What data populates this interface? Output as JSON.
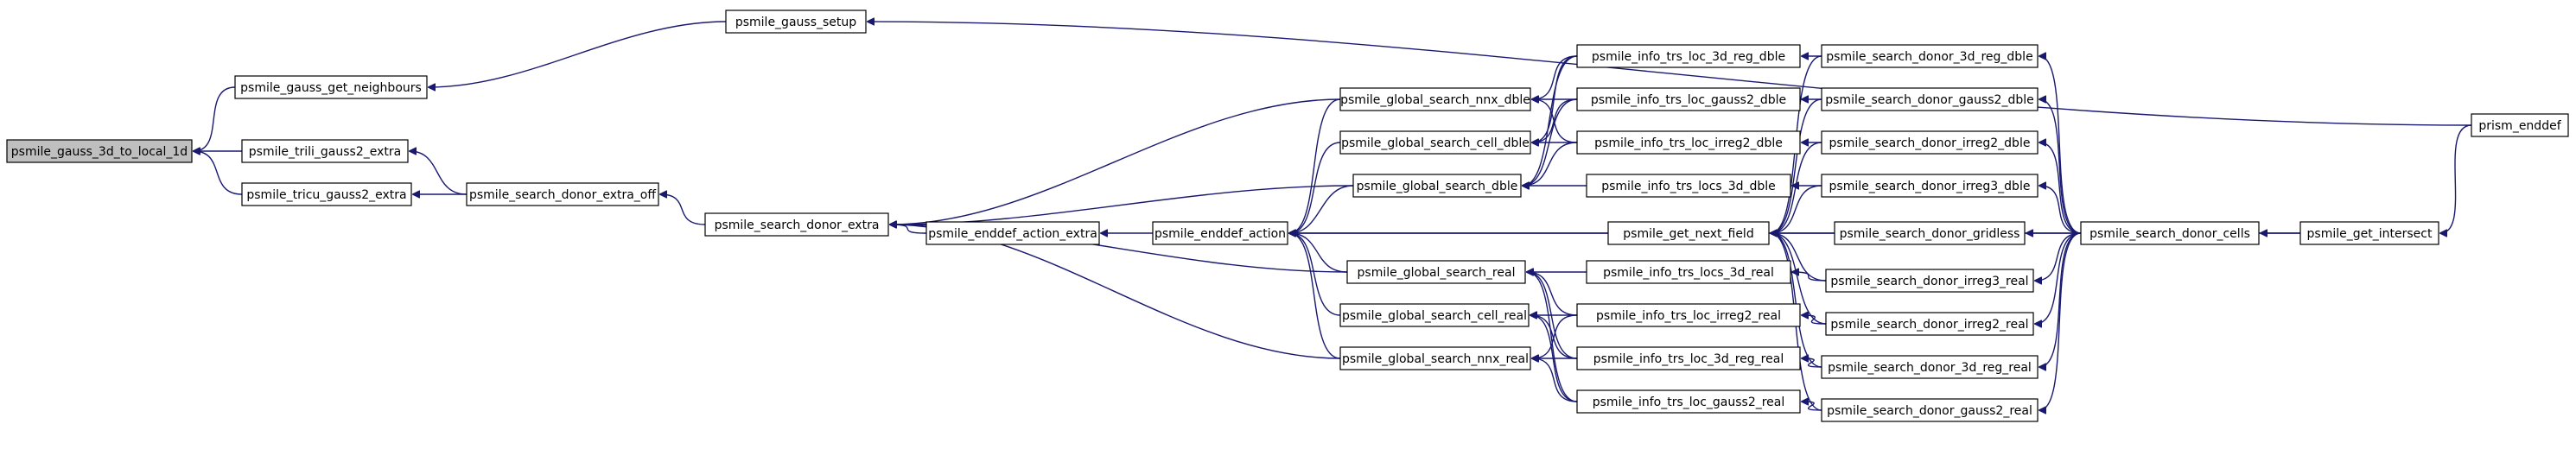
{
  "diagram": {
    "type": "call-graph",
    "nodes": [
      {
        "id": "n0",
        "label": "psmile_gauss_3d_to_local_1d",
        "root": true
      },
      {
        "id": "n1",
        "label": "psmile_gauss_get_neighbours"
      },
      {
        "id": "n2",
        "label": "psmile_trili_gauss2_extra"
      },
      {
        "id": "n3",
        "label": "psmile_tricu_gauss2_extra"
      },
      {
        "id": "n4",
        "label": "psmile_gauss_setup"
      },
      {
        "id": "n5",
        "label": "psmile_search_donor_extra_off"
      },
      {
        "id": "n6",
        "label": "psmile_search_donor_extra"
      },
      {
        "id": "n7",
        "label": "psmile_enddef_action_extra"
      },
      {
        "id": "n8",
        "label": "psmile_enddef_action"
      },
      {
        "id": "n9",
        "label": "psmile_global_search_nnx_dble"
      },
      {
        "id": "n10",
        "label": "psmile_global_search_cell_dble"
      },
      {
        "id": "n11",
        "label": "psmile_global_search_dble"
      },
      {
        "id": "n12",
        "label": "psmile_global_search_real"
      },
      {
        "id": "n13",
        "label": "psmile_global_search_cell_real"
      },
      {
        "id": "n14",
        "label": "psmile_global_search_nnx_real"
      },
      {
        "id": "n15",
        "label": "psmile_info_trs_loc_3d_reg_dble"
      },
      {
        "id": "n16",
        "label": "psmile_info_trs_loc_gauss2_dble"
      },
      {
        "id": "n17",
        "label": "psmile_info_trs_loc_irreg2_dble"
      },
      {
        "id": "n18",
        "label": "psmile_info_trs_locs_3d_dble"
      },
      {
        "id": "n19",
        "label": "psmile_get_next_field"
      },
      {
        "id": "n20",
        "label": "psmile_info_trs_locs_3d_real"
      },
      {
        "id": "n21",
        "label": "psmile_info_trs_loc_irreg2_real"
      },
      {
        "id": "n22",
        "label": "psmile_info_trs_loc_3d_reg_real"
      },
      {
        "id": "n23",
        "label": "psmile_info_trs_loc_gauss2_real"
      },
      {
        "id": "n24",
        "label": "psmile_search_donor_3d_reg_dble"
      },
      {
        "id": "n25",
        "label": "psmile_search_donor_gauss2_dble"
      },
      {
        "id": "n26",
        "label": "psmile_search_donor_irreg2_dble"
      },
      {
        "id": "n27",
        "label": "psmile_search_donor_irreg3_dble"
      },
      {
        "id": "n28",
        "label": "psmile_search_donor_gridless"
      },
      {
        "id": "n29",
        "label": "psmile_search_donor_irreg3_real"
      },
      {
        "id": "n30",
        "label": "psmile_search_donor_irreg2_real"
      },
      {
        "id": "n31",
        "label": "psmile_search_donor_3d_reg_real"
      },
      {
        "id": "n32",
        "label": "psmile_search_donor_gauss2_real"
      },
      {
        "id": "n33",
        "label": "psmile_search_donor_cells"
      },
      {
        "id": "n34",
        "label": "psmile_get_intersect"
      },
      {
        "id": "n35",
        "label": "prism_enddef"
      }
    ],
    "edges": [
      [
        "n1",
        "n0"
      ],
      [
        "n2",
        "n0"
      ],
      [
        "n3",
        "n0"
      ],
      [
        "n4",
        "n1"
      ],
      [
        "n5",
        "n2"
      ],
      [
        "n5",
        "n3"
      ],
      [
        "n35",
        "n4"
      ],
      [
        "n6",
        "n5"
      ],
      [
        "n7",
        "n6"
      ],
      [
        "n9",
        "n6"
      ],
      [
        "n11",
        "n6"
      ],
      [
        "n12",
        "n6"
      ],
      [
        "n14",
        "n6"
      ],
      [
        "n8",
        "n7"
      ],
      [
        "n9",
        "n8"
      ],
      [
        "n10",
        "n8"
      ],
      [
        "n11",
        "n8"
      ],
      [
        "n12",
        "n8"
      ],
      [
        "n13",
        "n8"
      ],
      [
        "n14",
        "n8"
      ],
      [
        "n19",
        "n8"
      ],
      [
        "n34",
        "n8"
      ],
      [
        "n15",
        "n9"
      ],
      [
        "n16",
        "n9"
      ],
      [
        "n17",
        "n9"
      ],
      [
        "n15",
        "n10"
      ],
      [
        "n16",
        "n10"
      ],
      [
        "n17",
        "n10"
      ],
      [
        "n15",
        "n11"
      ],
      [
        "n16",
        "n11"
      ],
      [
        "n17",
        "n11"
      ],
      [
        "n18",
        "n11"
      ],
      [
        "n20",
        "n12"
      ],
      [
        "n21",
        "n12"
      ],
      [
        "n22",
        "n12"
      ],
      [
        "n23",
        "n12"
      ],
      [
        "n21",
        "n13"
      ],
      [
        "n22",
        "n13"
      ],
      [
        "n23",
        "n13"
      ],
      [
        "n21",
        "n14"
      ],
      [
        "n22",
        "n14"
      ],
      [
        "n23",
        "n14"
      ],
      [
        "n24",
        "n15"
      ],
      [
        "n25",
        "n16"
      ],
      [
        "n26",
        "n17"
      ],
      [
        "n27",
        "n18"
      ],
      [
        "n29",
        "n20"
      ],
      [
        "n30",
        "n21"
      ],
      [
        "n31",
        "n22"
      ],
      [
        "n32",
        "n23"
      ],
      [
        "n24",
        "n19"
      ],
      [
        "n25",
        "n19"
      ],
      [
        "n26",
        "n19"
      ],
      [
        "n27",
        "n19"
      ],
      [
        "n28",
        "n19"
      ],
      [
        "n29",
        "n19"
      ],
      [
        "n30",
        "n19"
      ],
      [
        "n31",
        "n19"
      ],
      [
        "n32",
        "n19"
      ],
      [
        "n33",
        "n24"
      ],
      [
        "n33",
        "n25"
      ],
      [
        "n33",
        "n26"
      ],
      [
        "n33",
        "n27"
      ],
      [
        "n33",
        "n28"
      ],
      [
        "n33",
        "n29"
      ],
      [
        "n33",
        "n30"
      ],
      [
        "n33",
        "n31"
      ],
      [
        "n33",
        "n32"
      ],
      [
        "n34",
        "n33"
      ],
      [
        "n35",
        "n34"
      ]
    ]
  }
}
